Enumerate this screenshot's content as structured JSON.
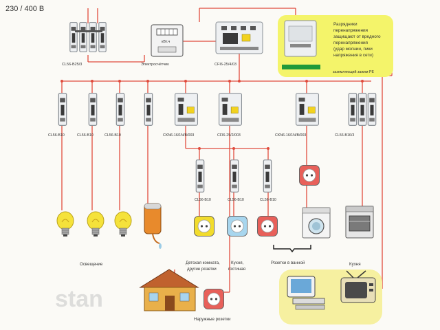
{
  "supply": {
    "voltage": "230 / 400 В"
  },
  "main_row": {
    "main_breaker": "CL56-B25/3",
    "meter_display": "кВт.ч",
    "meter_label": "Электросчётчик",
    "rcd_main": "CFI6-25/4/03",
    "surge_note": [
      "Разрядники",
      "перенапряжения",
      "защищают от вредного",
      "перенапряжения",
      "(удар молнии, пики",
      "напряжения в сети)"
    ],
    "ground_label": "заземляющий зажим PE"
  },
  "branch_breakers": [
    "CL56-B10",
    "CL56-B10",
    "CL56-B10",
    "CKN6-16/1N/B/003",
    "CFI6-25/2/003",
    "CKN6-16/1N/B/003",
    "CL56-B16/3"
  ],
  "sub_breakers": [
    "CL56-B10",
    "CL56-B10",
    "CL56-B10"
  ],
  "load_labels": {
    "lighting": "Освещение",
    "kids_room": [
      "Детская комната,",
      "другие розетки"
    ],
    "kitchen_living": [
      "Кухня,",
      "гостиная"
    ],
    "bathroom": "Розетки в ванной",
    "kitchen": "Кухня",
    "outdoor": "Наружные розетки"
  },
  "watermark": "stan",
  "colors": {
    "wire": "#e04b3c",
    "breaker_body": "#eef0f2",
    "note_bg": "#f4f46a",
    "ground_bar": "#1f9a3a",
    "lamp": "#f5e23a",
    "socket_yellow": "#f2dc2c",
    "socket_blue": "#a8d6ee",
    "socket_red": "#e8605a",
    "tv_zone": "#f6f0a0"
  }
}
